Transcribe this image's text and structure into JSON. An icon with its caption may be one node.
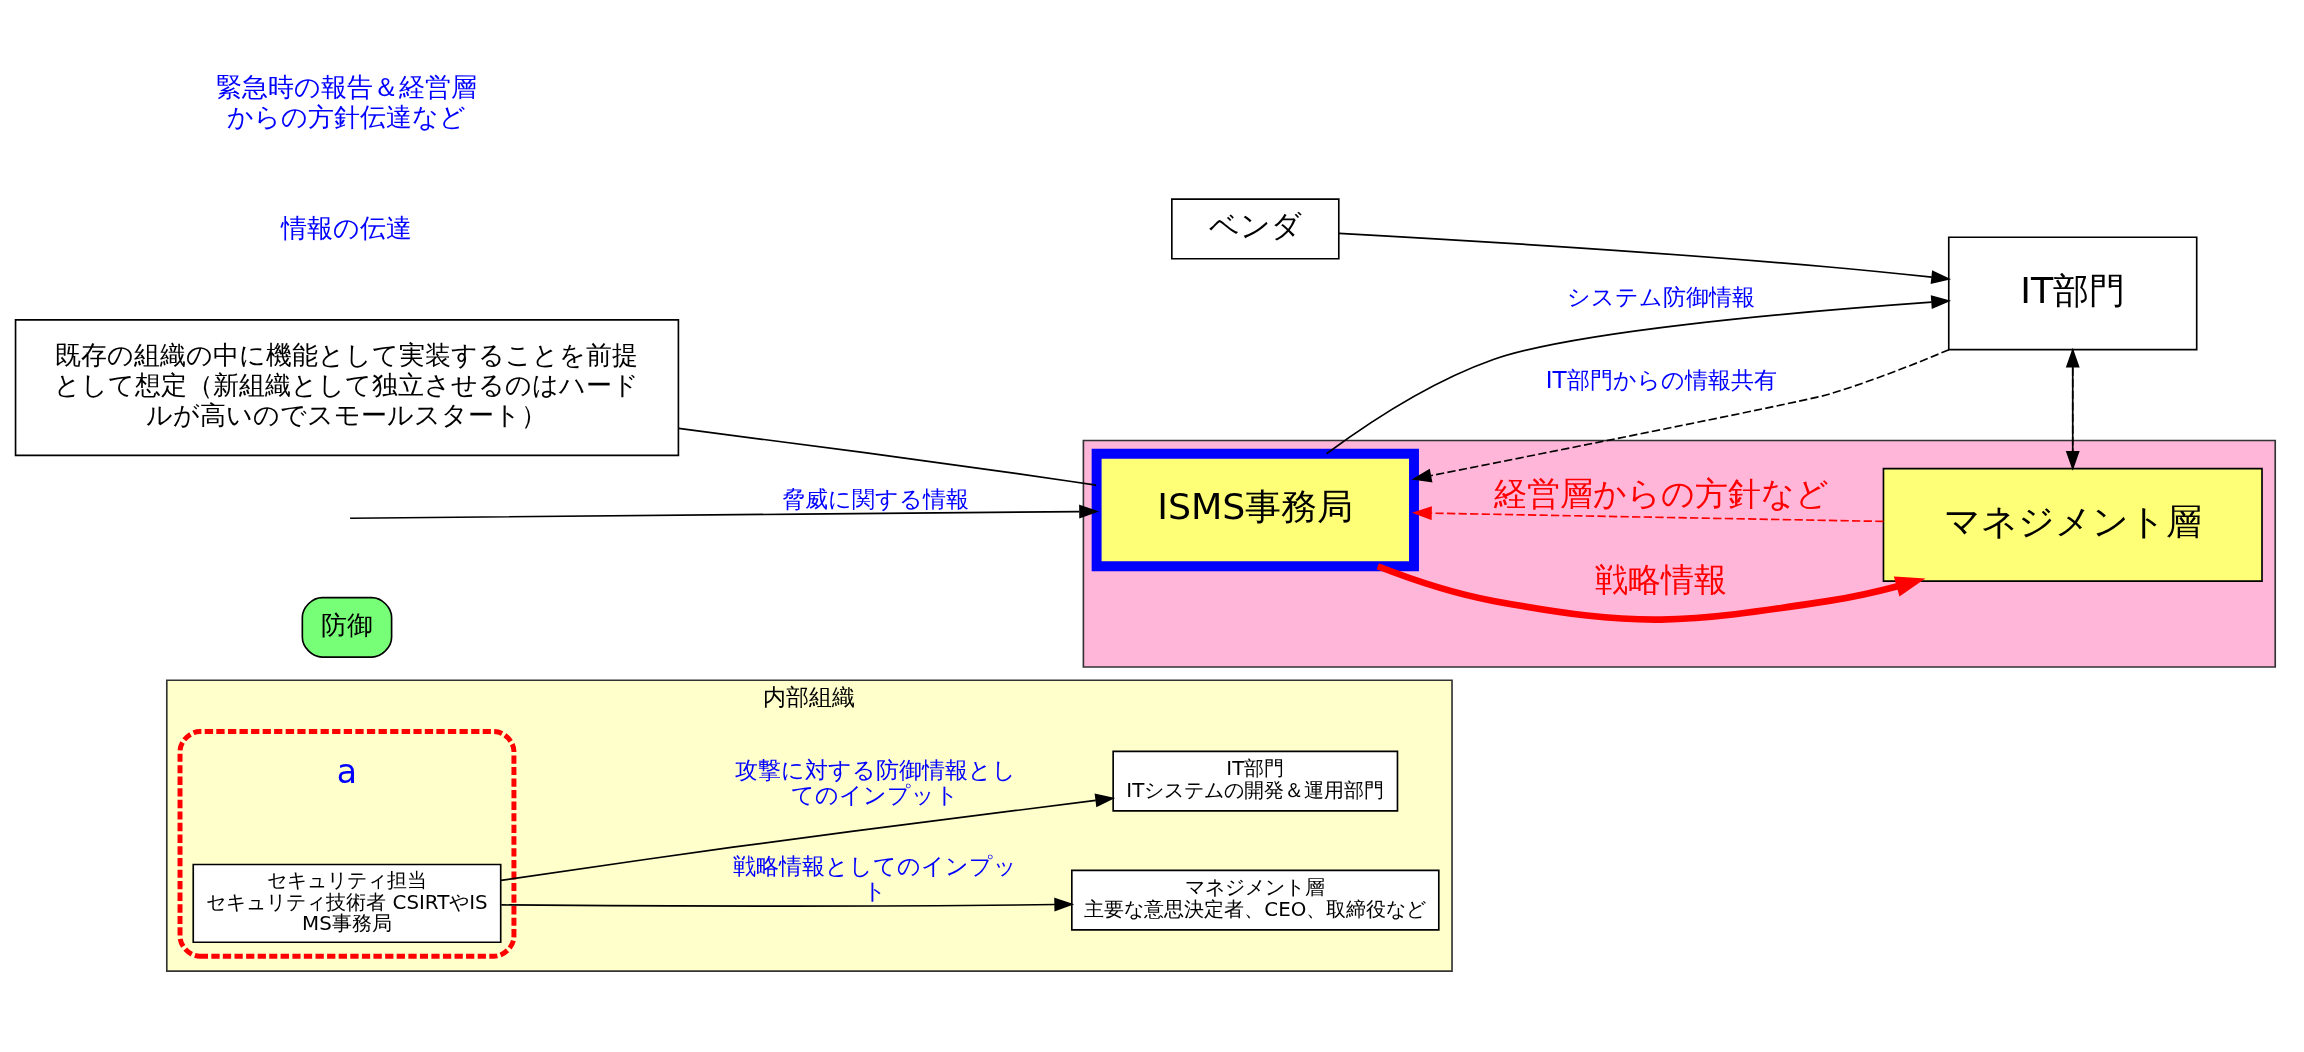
{
  "diagram": {
    "nodes": [
      {
        "text": [
          "内部組織"
        ]
      },
      {
        "text": [
          "防御"
        ]
      },
      {
        "text": [],
        "shape": "box",
        "in": 0,
        "beside": [
          "a"
        ]
      },
      {
        "text": [
          "セキュリティ担当",
          "セキュリティ技術者 CSIRTやISMS事務局"
        ],
        "in": 2
      },
      {
        "text": [
          "マネジメント層",
          "主要な意思決定者、CEO、取締役など"
        ],
        "in": 0
      },
      {
        "text": [
          "IT部門",
          "ITシステムの開発＆運用部門"
        ],
        "in": 0
      },
      {
        "text": [],
        "shape": "box"
      },
      {
        "text": [
          "ISMS事務局"
        ],
        "in": 6
      },
      {
        "text": [
          "マネジメント層"
        ],
        "in": 6
      },
      {
        "text": [
          "IT部門"
        ]
      },
      {
        "text": [
          "ベンダ"
        ]
      },
      {
        "text": [
          "既存の組織の中に機能として実装することを前提として想定（新組織として独立させるのはハードルが高いのでスモールスタート）"
        ]
      }
    ],
    "edges": [
      {
        "from": 3,
        "to": 4,
        "arrow": "to",
        "label": "戦略情報としてのインプット"
      },
      {
        "from": 3,
        "to": 5,
        "arrow": "to",
        "label": "攻撃に対する防御情報としてのインプット"
      },
      {
        "from": null,
        "to": 7,
        "arrow": "to",
        "label": "脅威に関する情報"
      },
      {
        "from": 7,
        "to": 8,
        "arrow": "to",
        "label": "戦略情報",
        "style": "thick",
        "color": "#ff0000"
      },
      {
        "from": 8,
        "to": 7,
        "arrow": "to",
        "label": "経営層からの方針など",
        "style": "dashed",
        "color": "#ff0000"
      },
      {
        "from": 7,
        "to": 9,
        "arrow": "to",
        "label": "システム防御情報"
      },
      {
        "from": 9,
        "to": 8,
        "arrow": "to"
      },
      {
        "from": 8,
        "to": 9,
        "arrow": "to",
        "style": "dashed"
      },
      {
        "from": 9,
        "to": 7,
        "arrow": "to",
        "label": "IT部門からの情報共有",
        "style": "dashed"
      },
      {
        "from": 10,
        "to": 9,
        "arrow": "to"
      },
      {
        "from": 11,
        "to": 7,
        "arrow": "none"
      }
    ],
    "labels": [
      "情報の伝達",
      "緊急時の報告＆経営層からの方針伝達など"
    ]
  }
}
